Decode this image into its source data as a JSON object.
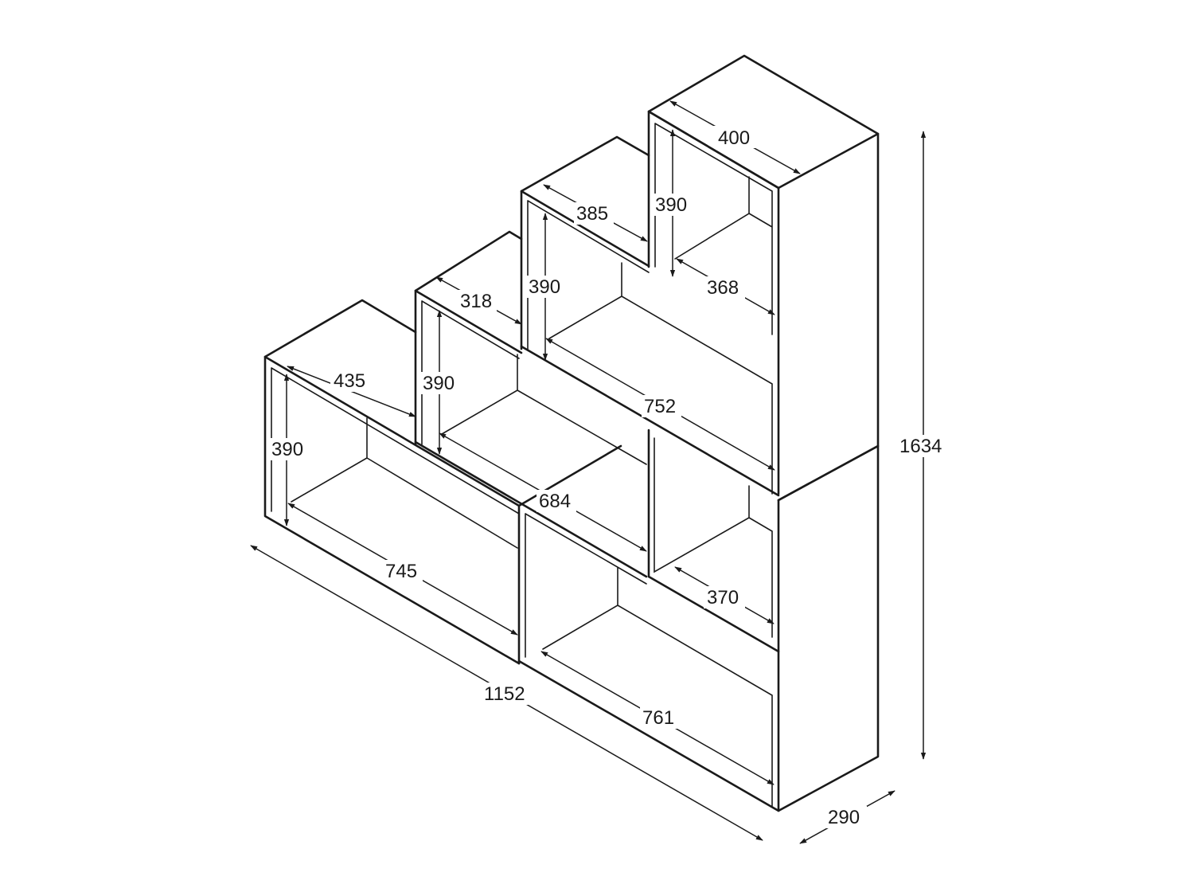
{
  "diagram": {
    "type": "dimensioned isometric drawing",
    "subject": "step shelving unit",
    "unit": "mm",
    "dimensions": {
      "top_depth": "400",
      "top_height": "390",
      "top_inner_width": "368",
      "step3_depth": "385",
      "step3_height": "390",
      "step2_depth": "318",
      "step2_height": "390",
      "step1_depth": "435",
      "step1_height": "390",
      "middle_length": "752",
      "middle_bottom_length": "684",
      "lower_inner_width": "370",
      "bottom_left_length": "745",
      "bottom_right_length": "761",
      "overall_width": "1152",
      "overall_height": "1634",
      "overall_depth": "290"
    },
    "colors": {
      "line": "#1a1a1a",
      "background": "#ffffff"
    }
  }
}
